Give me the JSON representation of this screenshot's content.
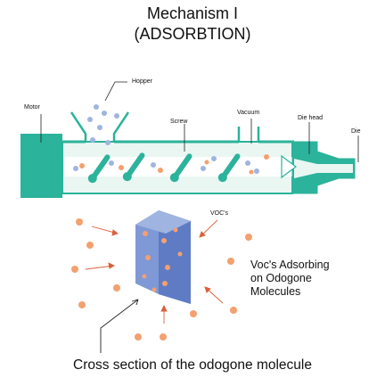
{
  "title": {
    "line1": "Mechanism I",
    "line2": "(ADSORBTION)"
  },
  "labels": {
    "motor": "Motor",
    "hopper": "Hopper",
    "screw": "Screw",
    "vacuum": "Vacuum",
    "die_head": "Die head",
    "die": "Die",
    "vocs": "VOC's"
  },
  "note": {
    "line1": "Voc's Adsorbing",
    "line2": "on Odogone",
    "line3": "Molecules"
  },
  "caption": "Cross section of the odogone molecule",
  "colors": {
    "teal": "#2bb39b",
    "barrel_fill": "#e9f6f2",
    "granule": "#9fb4e0",
    "voc_orange": "#f4a06f",
    "block_front": "#7f98d6",
    "block_side": "#5f7bc4",
    "arrow_red": "#d9603b",
    "line_dark": "#222222"
  }
}
